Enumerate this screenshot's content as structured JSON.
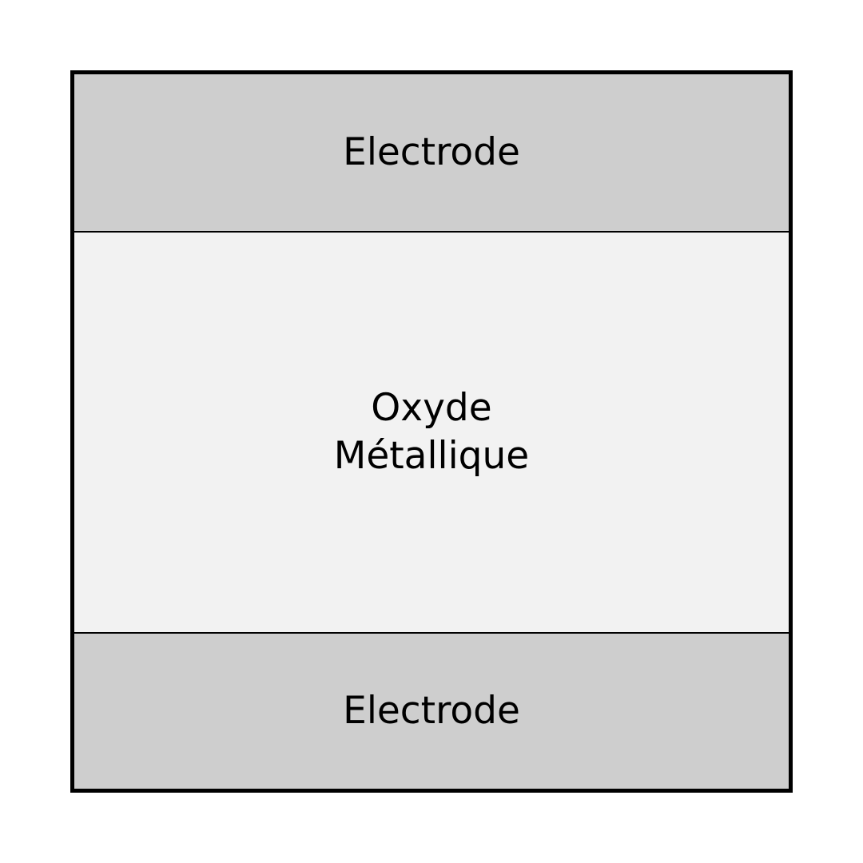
{
  "diagram": {
    "layers": [
      {
        "label": "Electrode",
        "color": "#cecece"
      },
      {
        "label_lines": [
          "Oxyde",
          "Métallique"
        ],
        "color": "#f2f2f2"
      },
      {
        "label": "Electrode",
        "color": "#cecece"
      }
    ],
    "border_color": "#000000",
    "background": "#ffffff"
  }
}
